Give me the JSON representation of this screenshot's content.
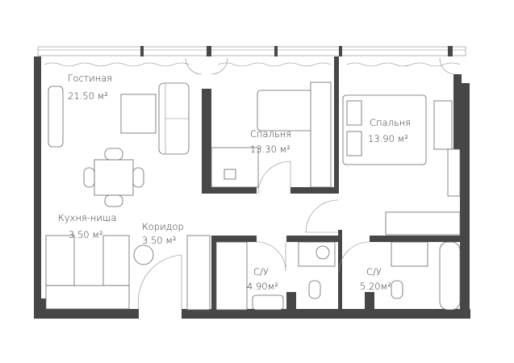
{
  "plan": {
    "wall_color": "#474747",
    "rooms": [
      {
        "name": "Гостиная",
        "area": "21.50 м²"
      },
      {
        "name": "Спальня",
        "area": "13.30 м²"
      },
      {
        "name": "Спальня",
        "area": "13.90 м²"
      },
      {
        "name": "Кухня-ниша",
        "area": "3.50 м²"
      },
      {
        "name": "Коридор",
        "area": "3.50 м²"
      },
      {
        "name": "С/У",
        "area": "4.90м²"
      },
      {
        "name": "С/У",
        "area": "5.20м²"
      }
    ]
  }
}
